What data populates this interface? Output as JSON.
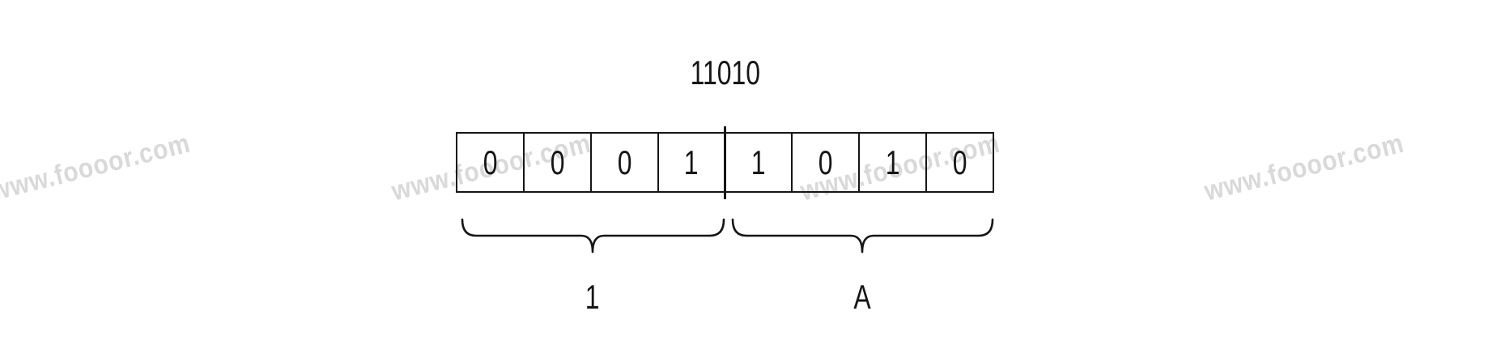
{
  "title": "11010",
  "box": {
    "bits": [
      "0",
      "0",
      "0",
      "1",
      "1",
      "0",
      "1",
      "0"
    ]
  },
  "groups": [
    {
      "label": "1"
    },
    {
      "label": "A"
    }
  ],
  "watermark": {
    "text": "www.foooor.com"
  },
  "colors": {
    "ink": "#161616",
    "watermark": "#d9d9d9"
  }
}
